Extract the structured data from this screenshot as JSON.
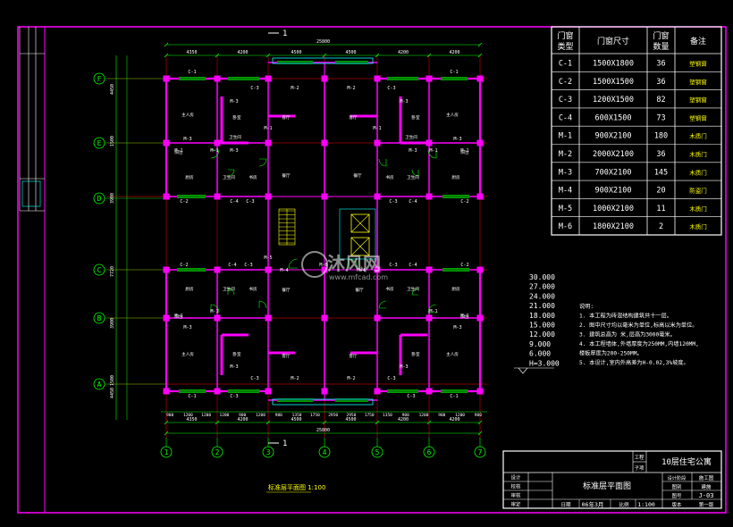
{
  "colors": {
    "background": "#000000",
    "frame": "#ff00ff",
    "wall": "#ff00ff",
    "dimension": "#00ff00",
    "axis": "#ff0000",
    "text": "#ffffff",
    "window": "#00ffff",
    "table_grid": "#ffffff",
    "stair": "#ffff00",
    "label_yellow": "#ffff00"
  },
  "top_section_mark": "1",
  "bottom_section_mark": "1",
  "overall_dim_top": "25800",
  "overall_dim_bottom": "25800",
  "top_dims": [
    "4350",
    "4200",
    "4500",
    "4500",
    "4200",
    "4200"
  ],
  "bottom_dims": [
    "4350",
    "4200",
    "4500",
    "4500",
    "4200",
    "4200"
  ],
  "bottom_sub_dims": [
    "900",
    "1200",
    "1200",
    "1200",
    "900",
    "1200",
    "900",
    "1350",
    "1750",
    "2950",
    "2950",
    "1750",
    "1350",
    "900",
    "1200",
    "900",
    "1200",
    "900"
  ],
  "col_axes": [
    "1",
    "2",
    "3",
    "4",
    "5",
    "6",
    "7"
  ],
  "row_axes": [
    "F",
    "E",
    "D",
    "C",
    "B",
    "A"
  ],
  "left_dims": [
    "4450",
    "1500",
    "3900",
    "7720",
    "3900",
    "1500",
    "4450"
  ],
  "room_labels": {
    "master_bedroom": "主人房",
    "bedroom": "卧室",
    "living": "客厅",
    "kitchen": "厨房",
    "toilet": "卫生间",
    "study": "书房",
    "balcony": "阳台",
    "dining": "餐厅"
  },
  "win_labels": [
    "C-1",
    "C-2",
    "C-3",
    "C-4",
    "M-1",
    "M-2",
    "M-3",
    "M-4",
    "M-5",
    "M-6"
  ],
  "plan_title": "标准层平面图 1:100",
  "elevations": [
    "30.000",
    "27.000",
    "24.000",
    "21.000",
    "18.000",
    "15.000",
    "12.000",
    "9.000",
    "6.000",
    "H=3.000"
  ],
  "notes": [
    "说明:",
    "1. 本工程为砖混结构建筑共十一层。",
    "2. 图中尺寸均以毫米为单位,标高以米为单位。",
    "3. 建筑总高为 米,层高为3000毫米。",
    "4. 本工程墙体,外墙厚度为250MM,内墙120MM,",
    "   楼板厚度为200-250MM。",
    "5. 本设计,室内外高差为H-0.02,3%坡度。"
  ],
  "door_window_table": {
    "headers": [
      "门窗类型",
      "门窗尺寸",
      "门窗数量",
      "备注"
    ],
    "rows": [
      [
        "C-1",
        "1500X1800",
        "36",
        "塑钢窗"
      ],
      [
        "C-2",
        "1500X1500",
        "36",
        "塑钢窗"
      ],
      [
        "C-3",
        "1200X1500",
        "82",
        "塑钢窗"
      ],
      [
        "C-4",
        "600X1500",
        "73",
        "塑钢窗"
      ],
      [
        "M-1",
        "900X2100",
        "180",
        "木质门"
      ],
      [
        "M-2",
        "2000X2100",
        "36",
        "木质门"
      ],
      [
        "M-3",
        "700X2100",
        "145",
        "木质门"
      ],
      [
        "M-4",
        "900X2100",
        "20",
        "防盗门"
      ],
      [
        "M-5",
        "1000X2100",
        "11",
        "木质门"
      ],
      [
        "M-6",
        "1800X2100",
        "2",
        "木质门"
      ]
    ]
  },
  "title_block": {
    "project": "10层住宅公寓",
    "drawing_name": "标准层平面图",
    "labels_left": [
      "设计",
      "校核",
      "审核",
      "审定"
    ],
    "field_project": "工程",
    "field_item": "子项",
    "label_chart": "图别",
    "chart_val": "建施",
    "label_no": "图号",
    "no_val": "J-03",
    "label_scale": "比例",
    "scale_val": "1:100",
    "label_date": "日期",
    "date_val": "06年3月",
    "right_labels": [
      "设计阶段",
      "施工图",
      "版本",
      "第一版"
    ]
  },
  "watermark": "沐风网",
  "watermark_url": "www.mfcad.com"
}
